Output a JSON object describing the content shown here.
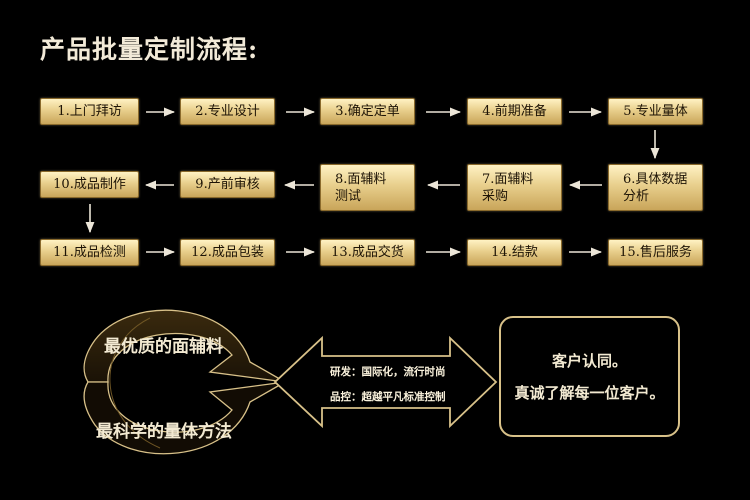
{
  "title": "产品批量定制流程:",
  "steps": [
    {
      "label": "1.上门拜访"
    },
    {
      "label": "2.专业设计"
    },
    {
      "label": "3.确定定单"
    },
    {
      "label": "4.前期准备"
    },
    {
      "label": "5.专业量体"
    },
    {
      "label": "6.具体数据\n分析"
    },
    {
      "label": "7.面辅料\n采购"
    },
    {
      "label": "8.面辅料\n测试"
    },
    {
      "label": "9.产前审核"
    },
    {
      "label": "10.成品制作"
    },
    {
      "label": "11.成品检测"
    },
    {
      "label": "12.成品包装"
    },
    {
      "label": "13.成品交货"
    },
    {
      "label": "14.结款"
    },
    {
      "label": "15.售后服务"
    }
  ],
  "slogans": {
    "top": "最优质的面辅料",
    "bottom": "最科学的量体方法"
  },
  "arrow_text": {
    "line1": "研发：国际化，流行时尚",
    "line2": "品控：超越平凡标准控制"
  },
  "customer": {
    "line1": "客户认同。",
    "line2": "真诚了解每一位客户。"
  },
  "colors": {
    "background": "#000000",
    "box_gold": "#e8cf8c",
    "outline_gold": "#d8c189",
    "text_light": "#f3ead2"
  }
}
